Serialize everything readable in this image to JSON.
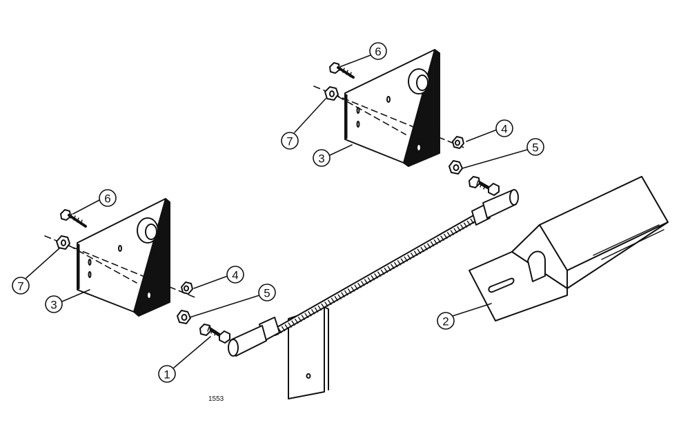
{
  "figure": {
    "id_label": "1553"
  },
  "callouts": {
    "upper_6": "6",
    "upper_7": "7",
    "upper_3": "3",
    "upper_4": "4",
    "upper_5": "5",
    "lower_6": "6",
    "lower_7": "7",
    "lower_3": "3",
    "lower_4": "4",
    "lower_5": "5",
    "part_1": "1",
    "part_2": "2"
  },
  "colors": {
    "line": "#111111",
    "fill": "#ffffff"
  }
}
